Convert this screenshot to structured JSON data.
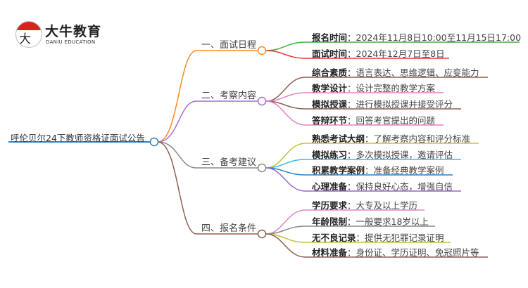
{
  "logo": {
    "mark_text": "大牛",
    "name": "大牛教育",
    "subtitle": "DANIU EDUCATION"
  },
  "root": {
    "label": "呼伦贝尔24下教师资格证面试公告",
    "color": "#2f7fc1"
  },
  "branches": [
    {
      "label": "一、面试日程",
      "color": "#ff8a1f",
      "leaves": [
        {
          "title": "报名时间",
          "text": "：2024年11月8日10:00至11月15日17:00",
          "color": "#43b047"
        },
        {
          "title": "面试时间",
          "text": "：2024年12月7日至8日",
          "color": "#e53935"
        }
      ]
    },
    {
      "label": "二、考察内容",
      "color": "#a070d0",
      "leaves": [
        {
          "title": "综合素质",
          "text": "：语言表达、思维逻辑、应变能力",
          "color": "#8d5f52"
        },
        {
          "title": "教学设计",
          "text": "：设计完整的教学方案",
          "color": "#e882c8"
        },
        {
          "title": "模拟授课",
          "text": "：进行模拟授课并接受评分",
          "color": "#8d5f52"
        },
        {
          "title": "答辩环节",
          "text": "：回答考官提出的问题",
          "color": "#e882c8"
        }
      ]
    },
    {
      "label": "三、备考建议",
      "color": "#8a8a8a",
      "leaves": [
        {
          "title": "熟悉考试大纲",
          "text": "：了解考察内容和评分标准",
          "color": "#c4c23a"
        },
        {
          "title": "模拟练习",
          "text": "：多次模拟授课，邀请评估",
          "color": "#2ec4dc"
        },
        {
          "title": "积累教学案例",
          "text": "：准备经典教学案例",
          "color": "#2f7fc1"
        },
        {
          "title": "心理准备",
          "text": "：保持良好心态，增强自信",
          "color": "#9a63d6"
        }
      ]
    },
    {
      "label": "四、报名条件",
      "color": "#8d5f52",
      "leaves": [
        {
          "title": "学历要求",
          "text": "：大专及以上学历",
          "color": "#e882c8"
        },
        {
          "title": "年龄限制",
          "text": "：一般要求18岁以上",
          "color": "#8a8a8a"
        },
        {
          "title": "无不良记录",
          "text": "：提供无犯罪记录证明",
          "color": "#c4c23a"
        },
        {
          "title": "材料准备",
          "text": "：身份证、学历证明、免冠照片等",
          "color": "#8d5f52"
        }
      ]
    }
  ]
}
